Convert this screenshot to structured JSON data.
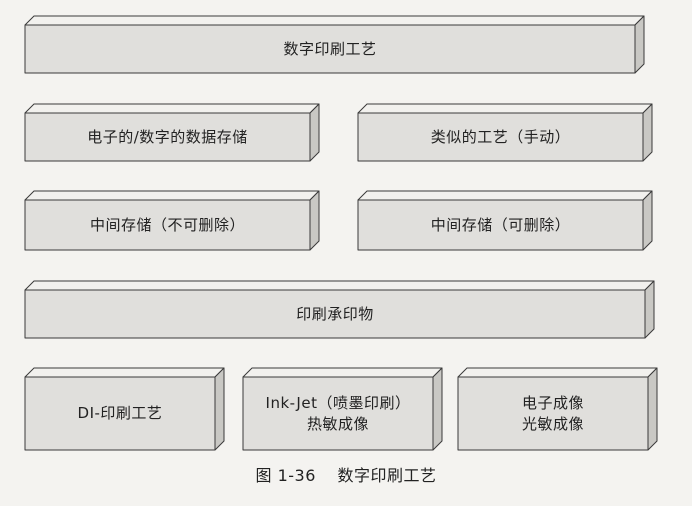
{
  "diagram": {
    "blocks": [
      {
        "id": "digital-printing-process",
        "lines": [
          "数字印刷工艺"
        ]
      },
      {
        "id": "electronic-digital-data-storage",
        "lines": [
          "电子的/数字的数据存储"
        ]
      },
      {
        "id": "analog-process-manual",
        "lines": [
          "类似的工艺（手动）"
        ]
      },
      {
        "id": "intermediate-storage-non-erasable",
        "lines": [
          "中间存储（不可删除）"
        ]
      },
      {
        "id": "intermediate-storage-erasable",
        "lines": [
          "中间存储（可删除）"
        ]
      },
      {
        "id": "print-substrate",
        "lines": [
          "印刷承印物"
        ]
      },
      {
        "id": "di-printing-process",
        "lines": [
          "DI-印刷工艺"
        ]
      },
      {
        "id": "inkjet-thermal",
        "lines": [
          "Ink-Jet（喷墨印刷）",
          "热敏成像"
        ]
      },
      {
        "id": "electronic-photosensitive",
        "lines": [
          "电子成像",
          "光敏成像"
        ]
      }
    ]
  },
  "caption": {
    "number": "图 1-36",
    "title": "数字印刷工艺"
  },
  "colors": {
    "front": "#e0dfdc",
    "top": "#f2f1ee",
    "side": "#c9c8c4",
    "stroke": "#3a3a3a"
  }
}
